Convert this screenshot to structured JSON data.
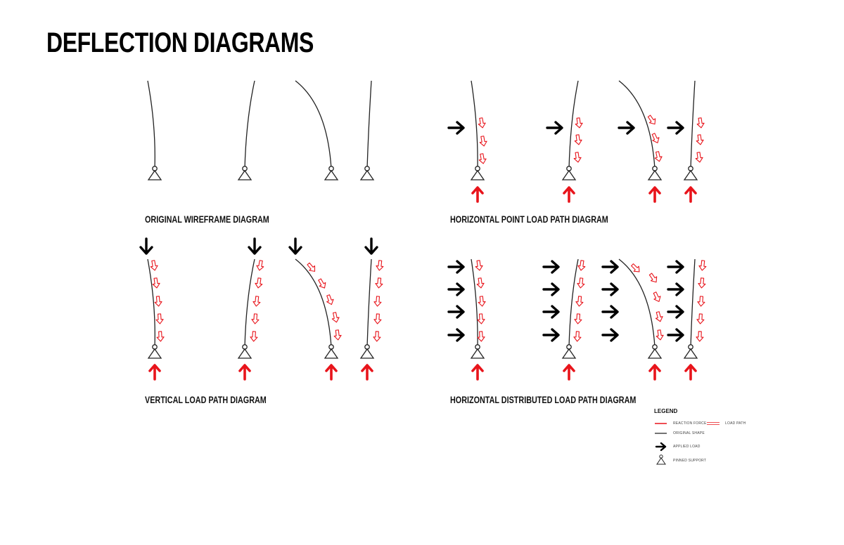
{
  "page": {
    "title": "DEFLECTION DIAGRAMS"
  },
  "panels": [
    {
      "id": "original-wireframe",
      "caption": "ORIGINAL WIREFRAME DIAGRAM",
      "load": "none"
    },
    {
      "id": "horizontal-point-load",
      "caption": "HORIZONTAL POINT LOAD PATH DIAGRAM",
      "load": "horizontal-point"
    },
    {
      "id": "vertical-load",
      "caption": "VERTICAL LOAD PATH DIAGRAM",
      "load": "vertical"
    },
    {
      "id": "horizontal-distributed-load",
      "caption": "HORIZONTAL DISTRIBUTED LOAD PATH DIAGRAM",
      "load": "horizontal-distributed"
    }
  ],
  "legend": {
    "title": "LEGEND",
    "items": [
      {
        "symbol": "red-line",
        "label": "REACTION FORCE"
      },
      {
        "symbol": "double-red-line",
        "label": "LOAD PATH"
      },
      {
        "symbol": "black-line",
        "label": "ORIGINAL SHAPE"
      },
      {
        "symbol": "arrow-icon",
        "label": "APPLIED LOAD"
      },
      {
        "symbol": "pinned-support-icon",
        "label": "PINNED SUPPORT"
      }
    ]
  },
  "colors": {
    "reaction": "#e8141b",
    "load": "#000000",
    "shape": "#222222",
    "support": "#222222"
  }
}
